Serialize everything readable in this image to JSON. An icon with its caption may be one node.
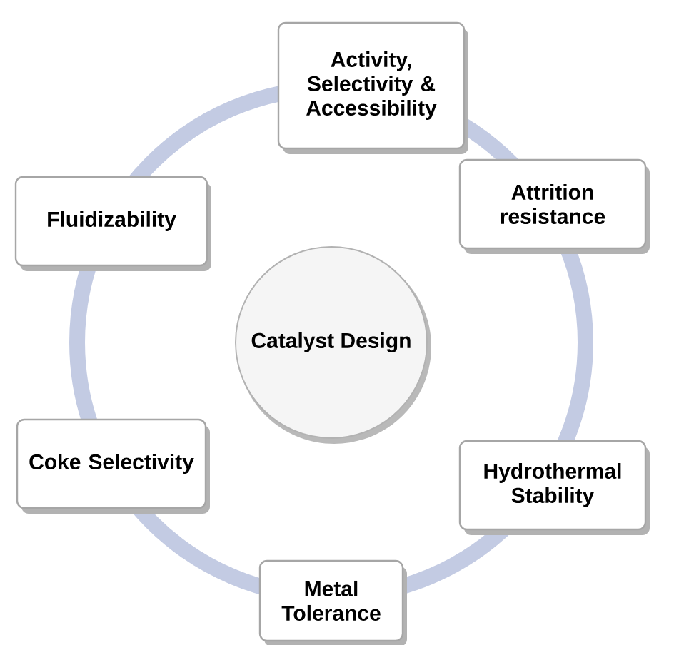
{
  "diagram": {
    "nodes": [
      {
        "text": [
          "Activity, Selectivity & Accessibility"
        ]
      },
      {
        "text": [
          "Fluidizability"
        ]
      },
      {
        "text": [
          "Attrition resistance"
        ]
      },
      {
        "text": [
          "Catalyst Design"
        ]
      },
      {
        "text": [
          "Coke Selectivity"
        ]
      },
      {
        "text": [
          "Hydrothermal Stability"
        ]
      },
      {
        "text": [
          "Metal Tolerance"
        ]
      }
    ]
  }
}
